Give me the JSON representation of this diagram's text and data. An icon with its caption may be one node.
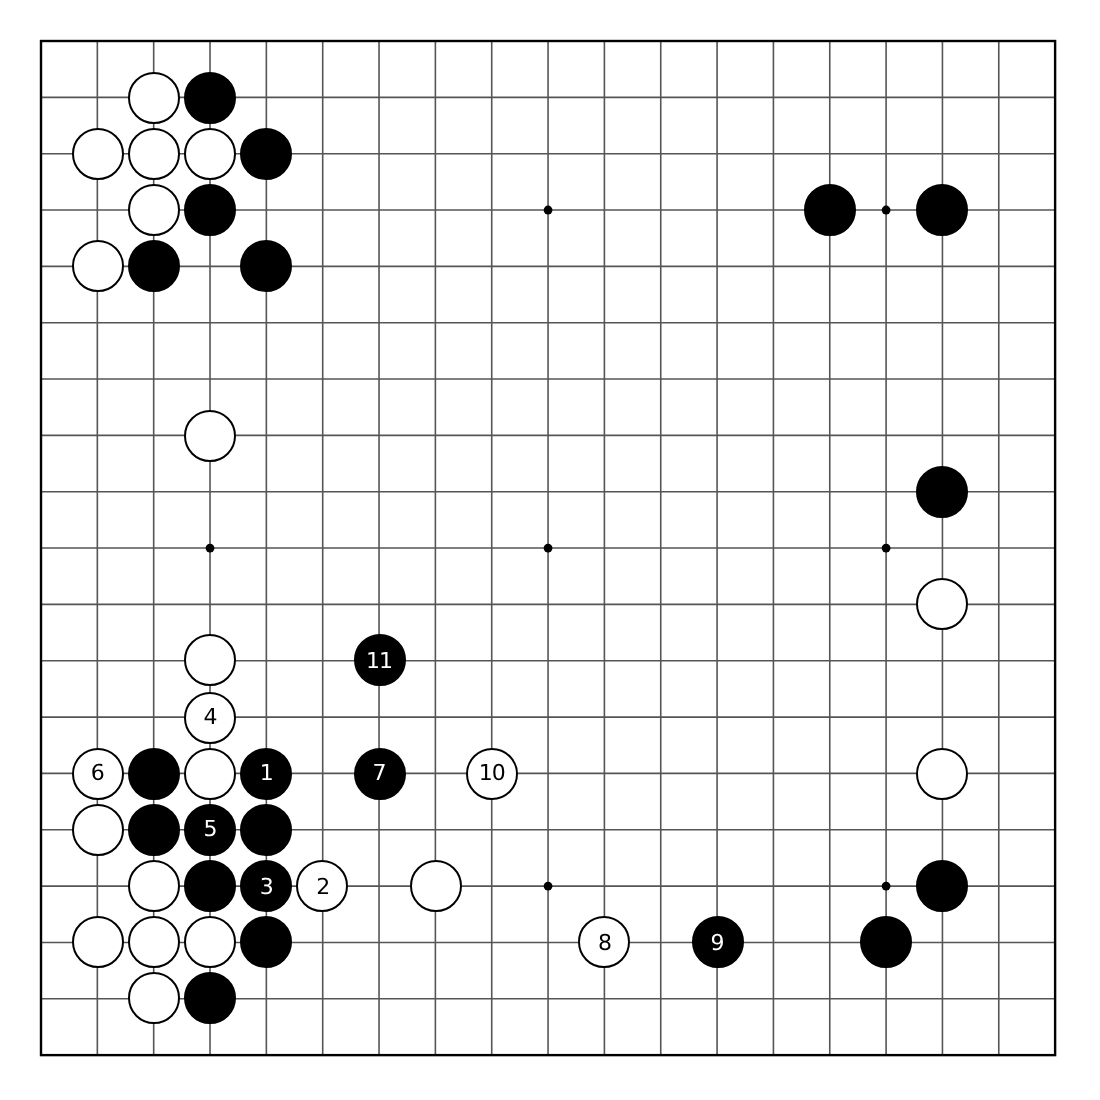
{
  "diagram": {
    "nodes": [
      {
        "text": [],
        "shape": "circle"
      },
      {
        "text": [],
        "shape": "circle"
      },
      {
        "text": [],
        "shape": "circle"
      },
      {
        "text": [],
        "shape": "circle"
      },
      {
        "text": [],
        "shape": "circle"
      },
      {
        "text": [],
        "shape": "circle"
      },
      {
        "text": [],
        "shape": "circle"
      },
      {
        "text": [],
        "shape": "circle"
      },
      {
        "text": [],
        "shape": "circle"
      },
      {
        "text": [],
        "shape": "circle"
      },
      {
        "text": [],
        "shape": "circle"
      },
      {
        "text": [],
        "shape": "circle"
      },
      {
        "text": [],
        "shape": "circle"
      },
      {
        "text": [],
        "shape": "circle"
      },
      {
        "text": [],
        "shape": "circle"
      },
      {
        "text": [],
        "shape": "circle"
      },
      {
        "text": [],
        "shape": "circle"
      },
      {
        "text": [
          "11"
        ]
      },
      {
        "text": [
          "4"
        ]
      },
      {
        "text": [
          "6"
        ]
      },
      {
        "text": [],
        "shape": "circle"
      },
      {
        "text": [],
        "shape": "circle"
      },
      {
        "text": [
          "1"
        ]
      },
      {
        "text": [
          "7"
        ]
      },
      {
        "text": [
          "10"
        ]
      },
      {
        "text": [],
        "shape": "circle"
      },
      {
        "text": [],
        "shape": "circle"
      },
      {
        "text": [],
        "shape": "circle"
      },
      {
        "text": [
          "5"
        ]
      },
      {
        "text": [],
        "shape": "circle"
      },
      {
        "text": [],
        "shape": "circle"
      },
      {
        "text": [],
        "shape": "circle"
      },
      {
        "text": [
          "3"
        ]
      },
      {
        "text": [
          "2"
        ]
      },
      {
        "text": [],
        "shape": "circle"
      },
      {
        "text": [],
        "shape": "circle"
      },
      {
        "text": [],
        "shape": "circle"
      },
      {
        "text": [],
        "shape": "circle"
      },
      {
        "text": [],
        "shape": "circle"
      },
      {
        "text": [],
        "shape": "circle"
      },
      {
        "text": [
          "8"
        ]
      },
      {
        "text": [
          "9"
        ]
      },
      {
        "text": [],
        "shape": "circle"
      },
      {
        "text": [],
        "shape": "circle"
      },
      {
        "text": [],
        "shape": "circle"
      }
    ]
  }
}
